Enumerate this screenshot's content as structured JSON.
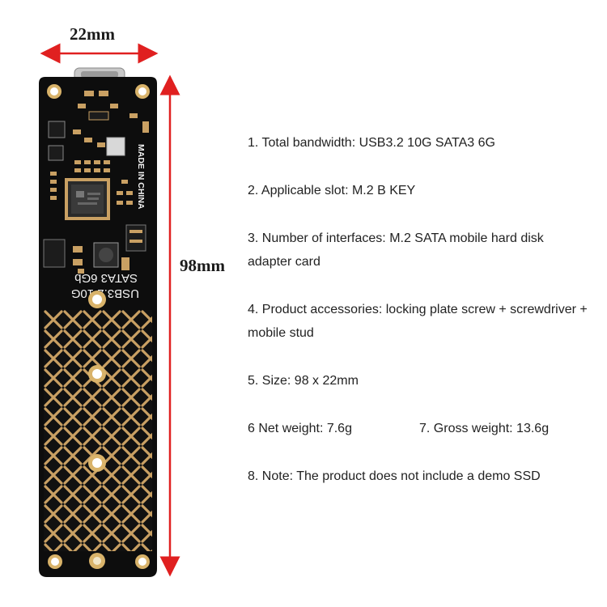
{
  "dimensions": {
    "width_label": "22mm",
    "height_label": "98mm"
  },
  "board": {
    "text_made_in": "MADE IN CHINA",
    "text_usb": "USB3.2 10G",
    "text_sata": "SATA3 6Gb"
  },
  "specs": {
    "line1": "1. Total bandwidth: USB3.2 10G SATA3 6G",
    "line2": "2. Applicable slot: M.2 B KEY",
    "line3a": "3. Number of interfaces: M.2 SATA mobile hard disk",
    "line3b": "adapter card",
    "line4a": "4. Product accessories: locking plate screw + screwdriver +",
    "line4b": "mobile stud",
    "line5": "5. Size: 98 x 22mm",
    "line6": "6 Net weight: 7.6g",
    "line7": "7. Gross weight: 13.6g",
    "line8": "8. Note: The product does not include a demo SSD"
  },
  "colors": {
    "arrow": "#e02020",
    "pcb": "#0d0d0d",
    "copper": "#c9a063",
    "gold": "#d9b36a"
  }
}
